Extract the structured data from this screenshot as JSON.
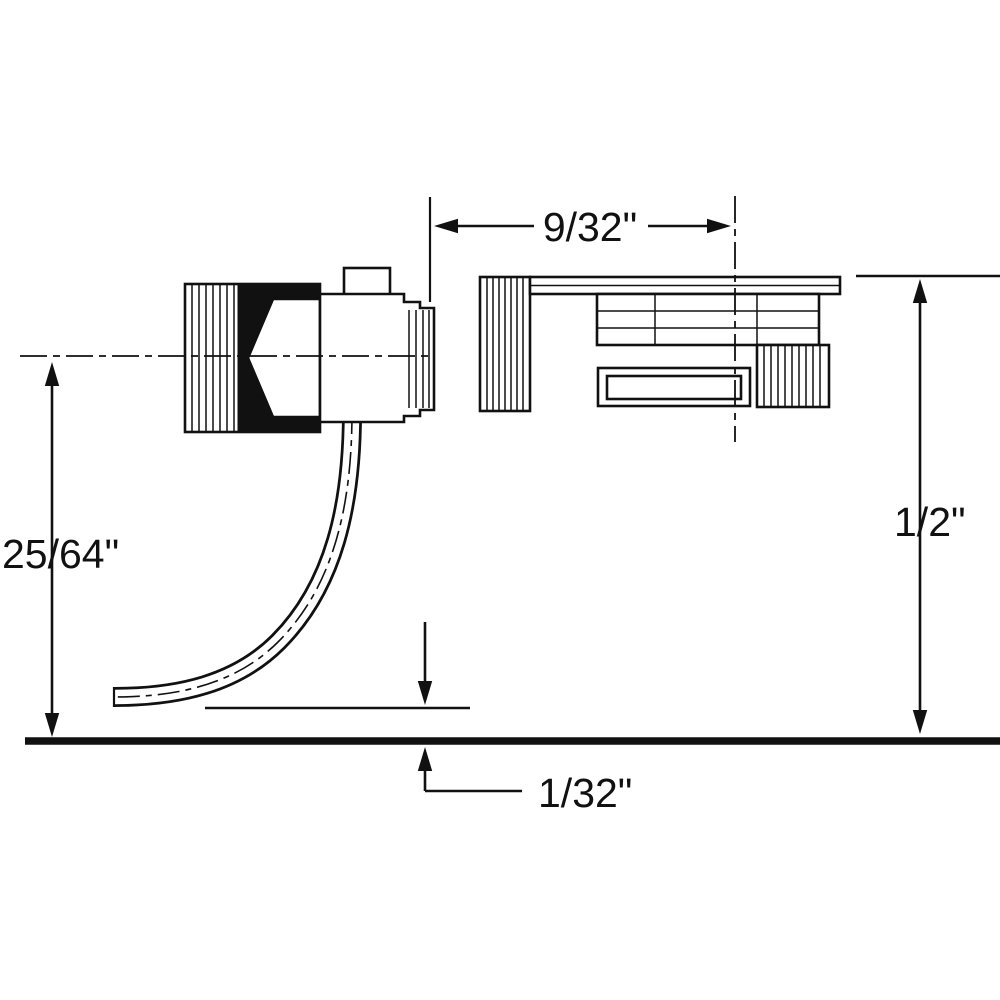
{
  "diagram": {
    "background_color": "#ffffff",
    "ink_color": "#111111",
    "dimensions": {
      "top_width": "9/32\"",
      "left_height": "25/64\"",
      "right_height": "1/2\"",
      "bottom_gap": "1/32\""
    }
  }
}
